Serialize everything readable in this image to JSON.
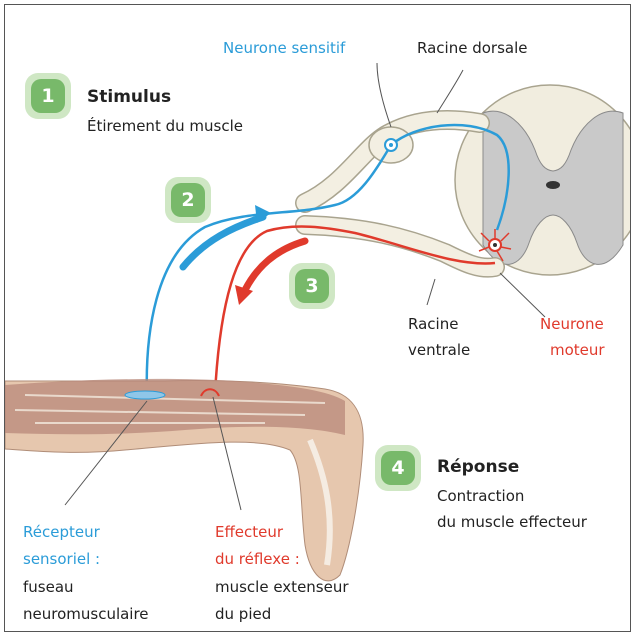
{
  "steps": [
    {
      "number": "1",
      "title": "Stimulus",
      "subtitle": "Étirement du muscle"
    },
    {
      "number": "2"
    },
    {
      "number": "3"
    },
    {
      "number": "4",
      "title": "Réponse",
      "subtitle_line1": "Contraction",
      "subtitle_line2": "du muscle effecteur"
    }
  ],
  "labels": {
    "neurone_sensitif": "Neurone sensitif",
    "racine_dorsale": "Racine dorsale",
    "racine_ventrale_line1": "Racine",
    "racine_ventrale_line2": "ventrale",
    "neurone_moteur_line1": "Neurone",
    "neurone_moteur_line2": "moteur",
    "recepteur_line1": "Récepteur",
    "recepteur_line2": "sensoriel :",
    "recepteur_line3": "fuseau",
    "recepteur_line4": "neuromusculaire",
    "effecteur_line1": "Effecteur",
    "effecteur_line2": "du réflexe :",
    "effecteur_line3": "muscle extenseur",
    "effecteur_line4": "du pied"
  },
  "colors": {
    "sensory": "#2b9cd8",
    "motor": "#e03a2c",
    "badge": "#78b96a",
    "nerve": "#f3efe2"
  }
}
